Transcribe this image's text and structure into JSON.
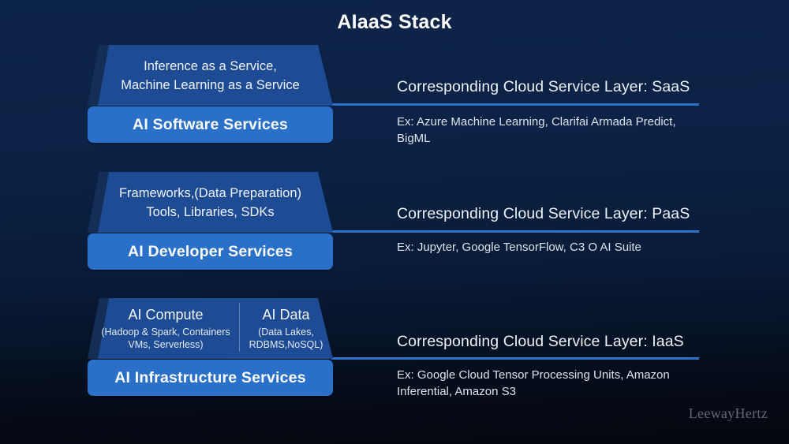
{
  "title": "AIaaS Stack",
  "watermark": "LeewayHertz",
  "colors": {
    "background_top": "#0d2449",
    "background_bottom": "#04060d",
    "trapezoid_face": "#1e4c94",
    "trapezoid_side": "#152e56",
    "band": "#2a70c9",
    "connector_line": "#2e72c9"
  },
  "sections": [
    {
      "id": "saas",
      "top_lines": [
        "Inference as a Service,",
        "Machine Learning as a Service"
      ],
      "band_label": "AI Software Services",
      "layer_heading": "Corresponding Cloud Service Layer: SaaS",
      "examples": "Ex: Azure Machine Learning, Clarifai Armada Predict, BigML"
    },
    {
      "id": "paas",
      "top_lines": [
        "Frameworks,(Data Preparation)",
        "Tools, Libraries, SDKs"
      ],
      "band_label": "AI Developer Services",
      "layer_heading": "Corresponding Cloud Service Layer: PaaS",
      "examples": "Ex: Jupyter, Google TensorFlow, C3 O AI Suite"
    },
    {
      "id": "iaas",
      "split": {
        "left": {
          "title": "AI Compute",
          "subtitle": "(Hadoop & Spark, Containers VMs, Serverless)"
        },
        "right": {
          "title": "AI Data",
          "subtitle": "(Data Lakes, RDBMS,NoSQL)"
        }
      },
      "band_label": "AI Infrastructure Services",
      "layer_heading": "Corresponding Cloud Service Layer: IaaS",
      "examples": "Ex: Google Cloud Tensor Processing Units, Amazon Inferential, Amazon S3"
    }
  ]
}
